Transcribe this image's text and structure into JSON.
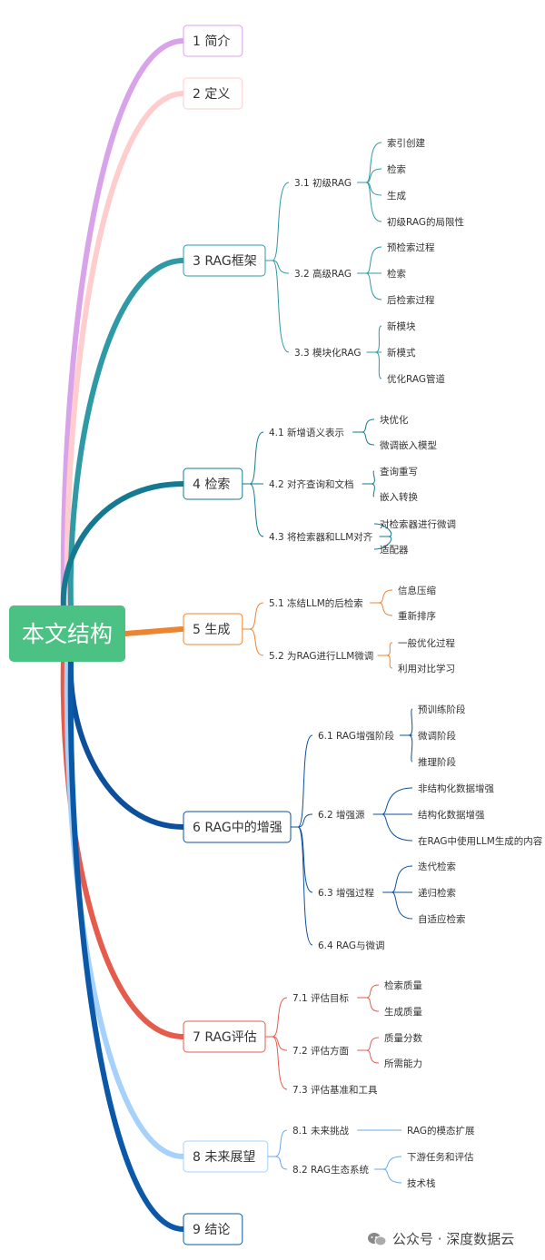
{
  "root": {
    "label": "本文结构",
    "color": "#4bc283"
  },
  "branches": [
    {
      "label": "1 简介",
      "color": "#d9a3ea",
      "children": []
    },
    {
      "label": "2 定义",
      "color": "#ffcdcd",
      "children": []
    },
    {
      "label": "3 RAG框架",
      "color": "#2f9aa5",
      "children": [
        {
          "label": "3.1 初级RAG",
          "children": [
            "索引创建",
            "检索",
            "生成",
            "初级RAG的局限性"
          ]
        },
        {
          "label": "3.2 高级RAG",
          "children": [
            "预检索过程",
            "检索",
            "后检索过程"
          ]
        },
        {
          "label": "3.3 模块化RAG",
          "children": [
            "新模块",
            "新模式",
            "优化RAG管道"
          ]
        }
      ]
    },
    {
      "label": "4 检索",
      "color": "#157a91",
      "children": [
        {
          "label": "4.1 新增语义表示",
          "children": [
            "块优化",
            "微调嵌入模型"
          ]
        },
        {
          "label": "4.2 对齐查询和文档",
          "children": [
            "查询重写",
            "嵌入转换"
          ]
        },
        {
          "label": "4.3 将检索器和LLM对齐",
          "children": [
            "对检索器进行微调",
            "适配器"
          ]
        }
      ]
    },
    {
      "label": "5 生成",
      "color": "#ec8430",
      "children": [
        {
          "label": "5.1 冻结LLM的后检索",
          "children": [
            "信息压缩",
            "重新排序"
          ]
        },
        {
          "label": "5.2 为RAG进行LLM微调",
          "children": [
            "一般优化过程",
            "利用对比学习"
          ]
        }
      ]
    },
    {
      "label": "6 RAG中的增强",
      "color": "#0e4f9c",
      "children": [
        {
          "label": "6.1 RAG增强阶段",
          "children": [
            "预训练阶段",
            "微调阶段",
            "推理阶段"
          ]
        },
        {
          "label": "6.2 增强源",
          "children": [
            "非结构化数据增强",
            "结构化数据增强",
            "在RAG中使用LLM生成的内容"
          ]
        },
        {
          "label": "6.3 增强过程",
          "children": [
            "迭代检索",
            "递归检索",
            "自适应检索"
          ]
        },
        {
          "label": "6.4 RAG与微调",
          "children": []
        }
      ]
    },
    {
      "label": "7 RAG评估",
      "color": "#e55b4c",
      "children": [
        {
          "label": "7.1 评估目标",
          "children": [
            "检索质量",
            "生成质量"
          ]
        },
        {
          "label": "7.2 评估方面",
          "children": [
            "质量分数",
            "所需能力"
          ]
        },
        {
          "label": "7.3 评估基准和工具",
          "children": []
        }
      ]
    },
    {
      "label": "8 未来展望",
      "color": "#a5d1fb",
      "children": [
        {
          "label": "8.1 未来挑战",
          "children": [
            "RAG的模态扩展"
          ]
        },
        {
          "label": "8.2 RAG生态系统",
          "children": [
            "下游任务和评估",
            "技术栈"
          ]
        }
      ]
    },
    {
      "label": "9 结论",
      "color": "#0a58a7",
      "children": []
    }
  ],
  "watermark": {
    "text": "公众号 · 深度数据云",
    "icon": "wechat-icon"
  }
}
